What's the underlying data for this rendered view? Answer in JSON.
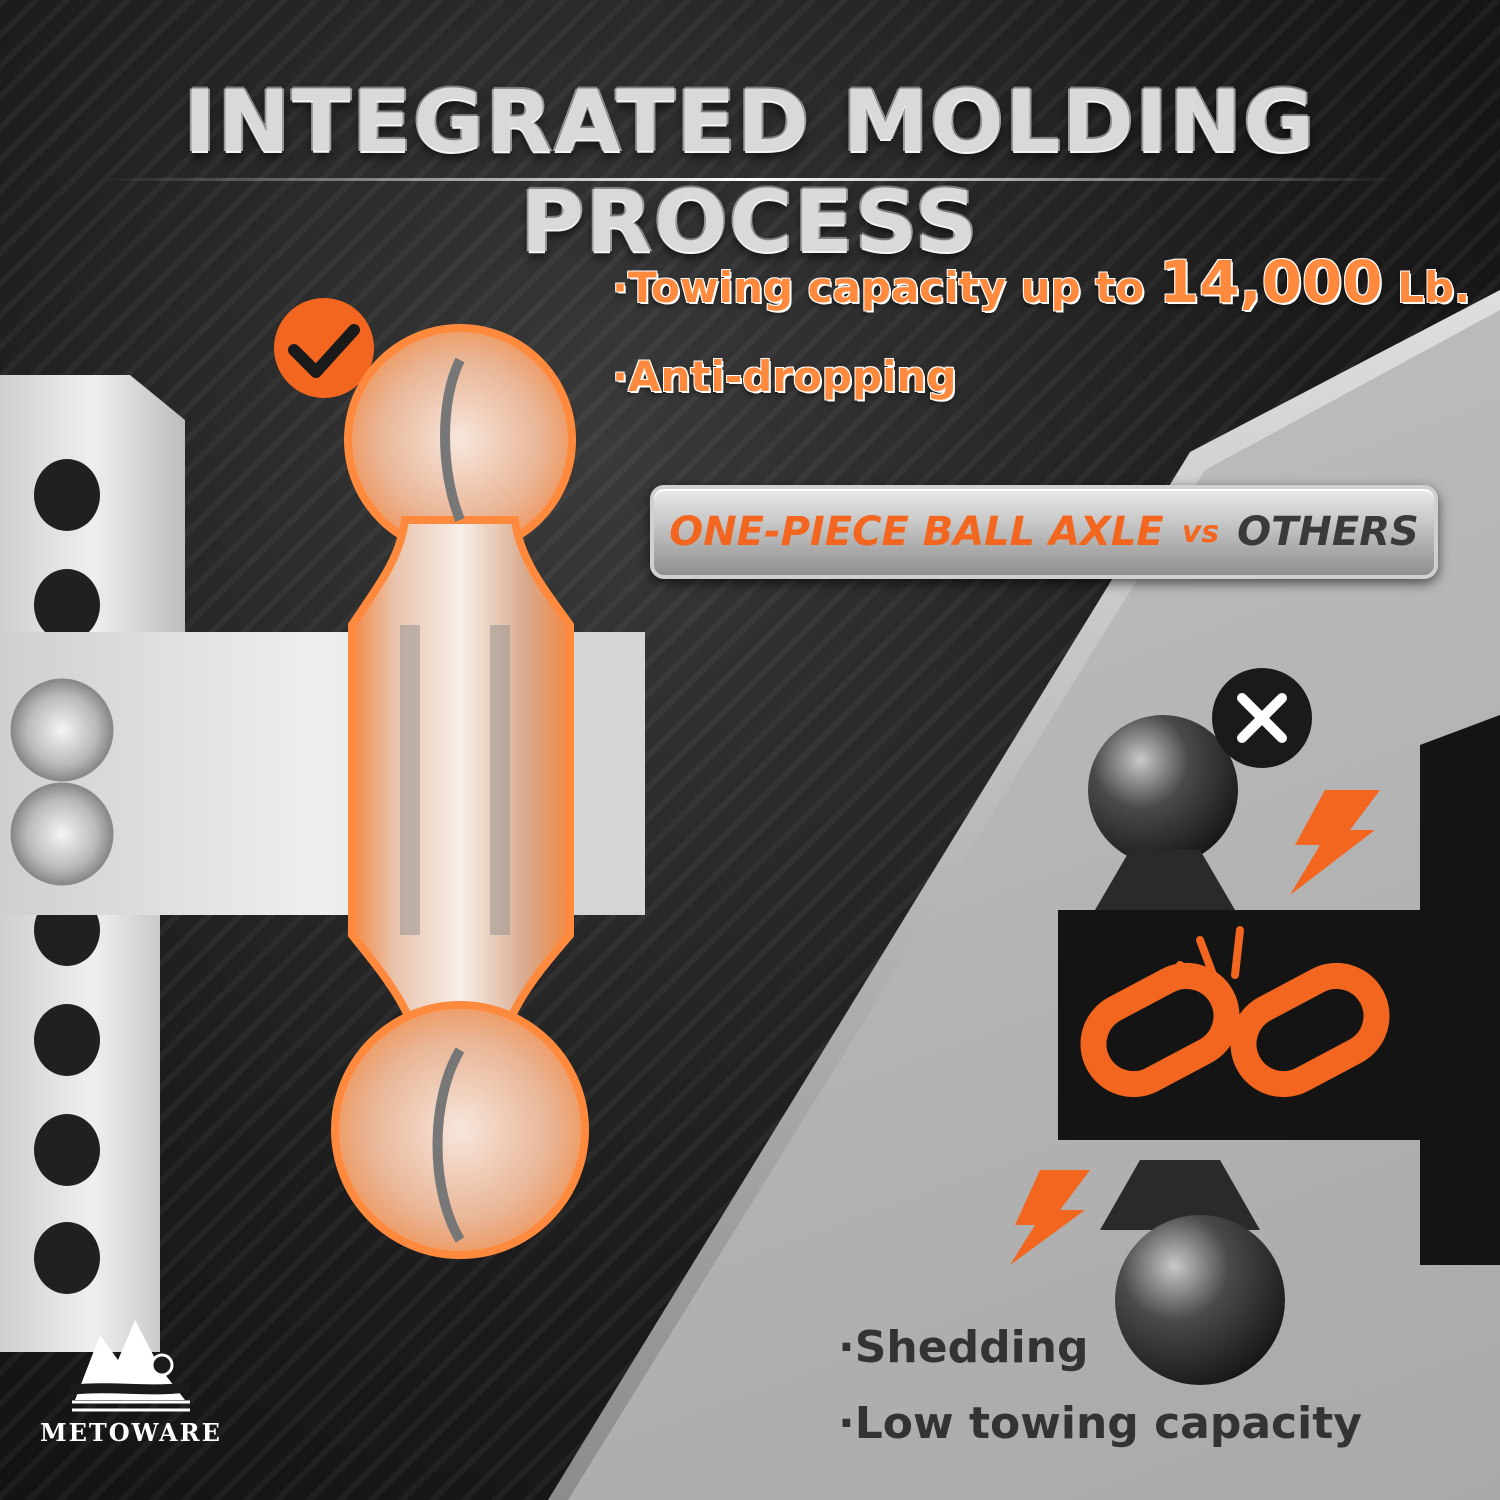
{
  "title": "INTEGRATED MOLDING PROCESS",
  "features": {
    "towing_prefix": "·Towing capacity up to ",
    "towing_value": "14,000",
    "towing_unit": " Lb.",
    "anti_dropping": "·Anti-dropping"
  },
  "comparison": {
    "left": "ONE-PIECE BALL AXLE",
    "vs": "vs",
    "right": "OTHERS"
  },
  "drawbacks": {
    "item1": "·Shedding",
    "item2": "·Low towing capacity"
  },
  "brand": {
    "name": "METOWARE"
  },
  "colors": {
    "accent": "#f2661f",
    "dark_bg": "#1c1c1c",
    "light_panel": "#bdbdbd"
  },
  "icons": {
    "good": "check-icon",
    "bad": "close-icon",
    "warn": "lightning-icon",
    "broken": "broken-chain-icon"
  }
}
